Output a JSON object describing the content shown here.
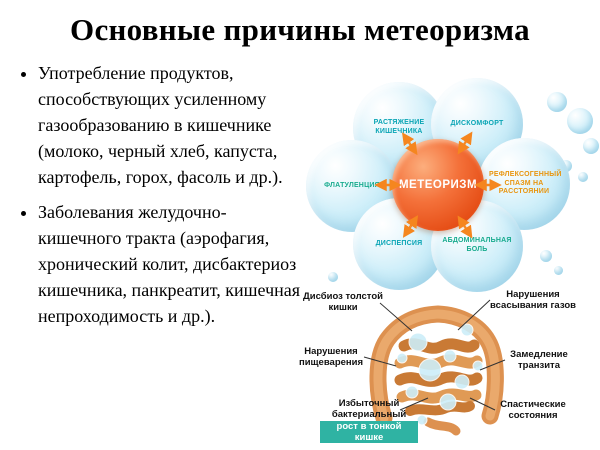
{
  "slide": {
    "title": "Основные причины метеоризма"
  },
  "bullets": {
    "items": [
      {
        "text": "Употребление продуктов, способствующих усиленному газообразованию в кишечнике (молоко, черный хлеб, капуста, картофель, горох, фасоль и др.)."
      },
      {
        "text": "Заболевания желудочно-кишечного тракта (аэрофагия, хронический колит, дисбактериоз кишечника, панкреатит, кишечная непроходимость и др.)."
      }
    ]
  },
  "diagram": {
    "center_label": "МЕТЕОРИЗМ",
    "bubbles": [
      {
        "label": "РАСТЯЖЕНИЕ КИШЕЧНИКА",
        "color": "#0aa5b5"
      },
      {
        "label": "ДИСКОМФОРТ",
        "color": "#0aa5b5"
      },
      {
        "label": "ФЛАТУЛЕНЦИЯ",
        "color": "#18ab8e"
      },
      {
        "label": "РЕФЛЕКСОГЕННЫЙ СПАЗМ НА РАССТОЯНИИ",
        "color": "#e8950f"
      },
      {
        "label": "ДИСПЕПСИЯ",
        "color": "#0aa5b5"
      },
      {
        "label": "АБДОМИНАЛЬНАЯ БОЛЬ",
        "color": "#18ab8e"
      }
    ],
    "colors": {
      "center_bg": "#ee5a22",
      "center_text": "#ffffff",
      "bubble_fill": "#cdeef9",
      "arrow": "#f5861f",
      "highlight_bg": "#2fb3a3"
    },
    "anatomy_labels": [
      {
        "text": "Дисбиоз толстой кишки"
      },
      {
        "text": "Нарушения всасывания газов"
      },
      {
        "text": "Нарушения пищеварения"
      },
      {
        "text": "Замедление транзита"
      },
      {
        "text": "Избыточный бактериальный",
        "highlight": "рост в тонкой кишке"
      },
      {
        "text": "Спастические состояния"
      }
    ]
  }
}
